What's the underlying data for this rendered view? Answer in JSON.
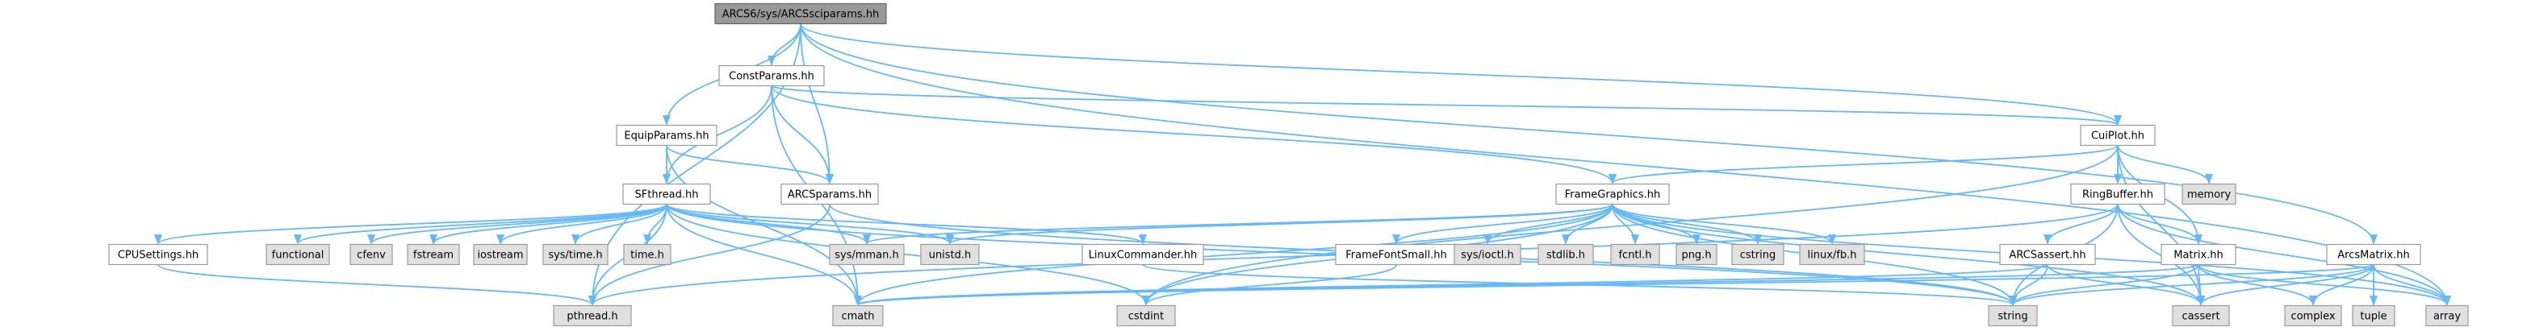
{
  "colors": {
    "edge": "#63b8ff",
    "local_fill": "#ffffff",
    "system_fill": "#e0e0e0",
    "root_fill": "#999999",
    "border": "#999999"
  },
  "nodes": {
    "root": "ARCS6/sys/ARCSsciparams.hh",
    "constparams": "ConstParams.hh",
    "equipparams": "EquipParams.hh",
    "sfthread": "SFthread.hh",
    "arcsparams": "ARCSparams.hh",
    "framegraphics": "FrameGraphics.hh",
    "cuiplot": "CuiPlot.hh",
    "ringbuffer": "RingBuffer.hh",
    "arcsassert": "ARCSassert.hh",
    "matrix": "Matrix.hh",
    "arcsmatrix": "ArcsMatrix.hh",
    "cpusettings": "CPUSettings.hh",
    "linuxcommander": "LinuxCommander.hh",
    "framefontsmall": "FrameFontSmall.hh",
    "functional": "functional",
    "cfenv": "cfenv",
    "fstream": "fstream",
    "iostream": "iostream",
    "systime": "sys/time.h",
    "timeh": "time.h",
    "sysmman": "sys/mman.h",
    "unistd": "unistd.h",
    "sysioctl": "sys/ioctl.h",
    "stdlib": "stdlib.h",
    "fcntl": "fcntl.h",
    "png": "png.h",
    "cstring": "cstring",
    "linuxfb": "linux/fb.h",
    "memory": "memory",
    "pthread": "pthread.h",
    "cmath": "cmath",
    "cstdint": "cstdint",
    "string": "string",
    "cassert": "cassert",
    "complex": "complex",
    "tuple": "tuple",
    "array": "array"
  }
}
